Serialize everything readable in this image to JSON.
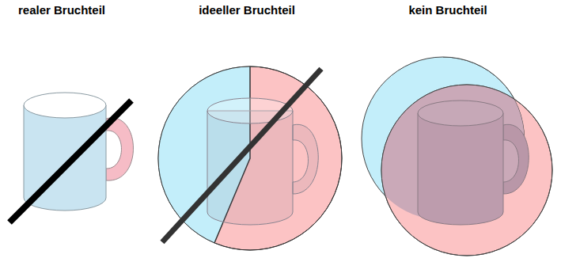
{
  "diagram": {
    "labels": [
      "realer Bruchteil",
      "ideeller Bruchteil",
      "kein Bruchteil"
    ]
  }
}
